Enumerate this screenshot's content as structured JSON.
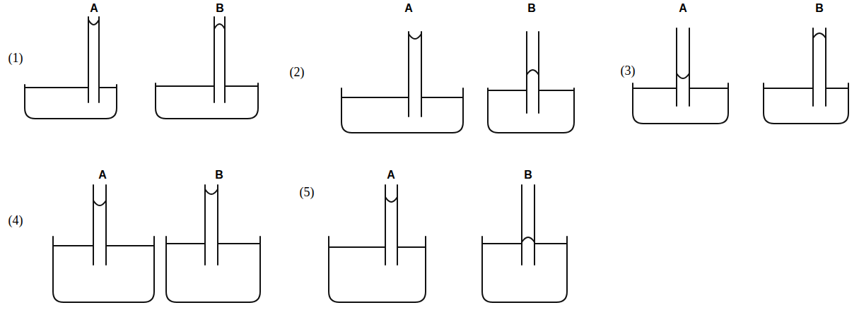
{
  "diagram": {
    "labels": [
      "(1)",
      "A",
      "B",
      "(2)",
      "A",
      "B",
      "(3)",
      "A",
      "B",
      "(4)",
      "A",
      "B",
      "(5)",
      "A",
      "B"
    ]
  }
}
